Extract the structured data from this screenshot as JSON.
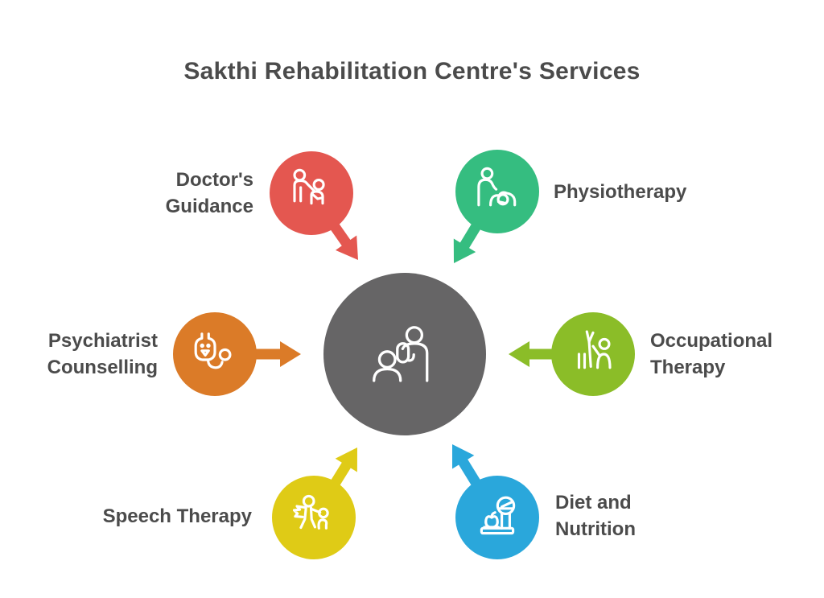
{
  "title": "Sakthi Rehabilitation Centre's Services",
  "palette": {
    "background": "#FFFFFF",
    "text": "#4B4B4B"
  },
  "center": {
    "color": "#666566",
    "icon": "caregiver-patient-icon"
  },
  "services": [
    {
      "label": "Doctor's\nGuidance",
      "color": "#E45750",
      "icon": "doctor-examining-patient-icon"
    },
    {
      "label": "Physiotherapy",
      "color": "#35BD80",
      "icon": "physiotherapy-massage-icon"
    },
    {
      "label": "Psychiatrist\nCounselling",
      "color": "#DB7B28",
      "icon": "stethoscope-face-icon"
    },
    {
      "label": "Occupational\nTherapy",
      "color": "#8BBD28",
      "icon": "exercise-support-icon"
    },
    {
      "label": "Speech Therapy",
      "color": "#DFCB16",
      "icon": "therapist-with-child-icon"
    },
    {
      "label": "Diet and\nNutrition",
      "color": "#2AA7DB",
      "icon": "apple-weight-scale-icon"
    }
  ]
}
